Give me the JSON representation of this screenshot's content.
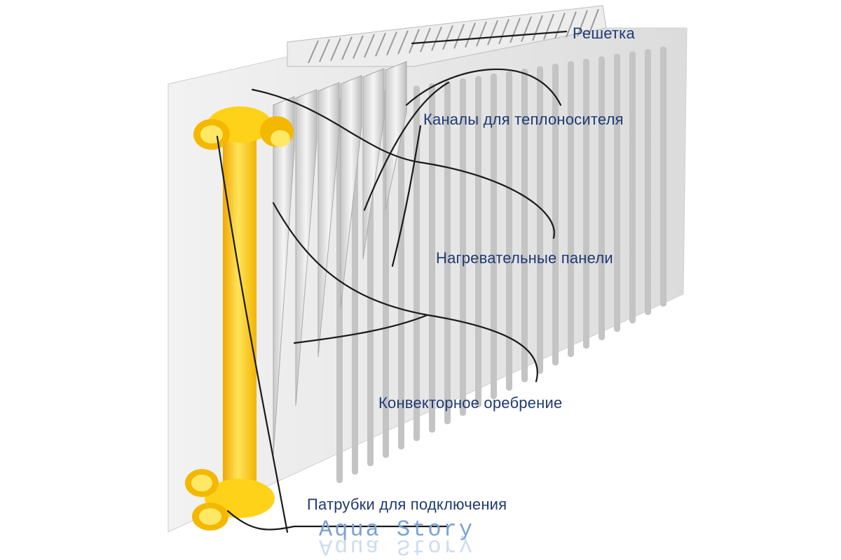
{
  "labels": {
    "grille": "Решетка",
    "channels": "Каналы для теплоносителя",
    "panels": "Нагревательные панели",
    "fins": "Конвекторное оребрение",
    "pipes": "Патрубки для подключения"
  },
  "watermark": "Aqua Story",
  "colors": {
    "label_text": "#1f3a73",
    "pipe": "#ffd21a",
    "leader_lines": "#1a1a1a",
    "watermark": "#8fb4e0"
  }
}
